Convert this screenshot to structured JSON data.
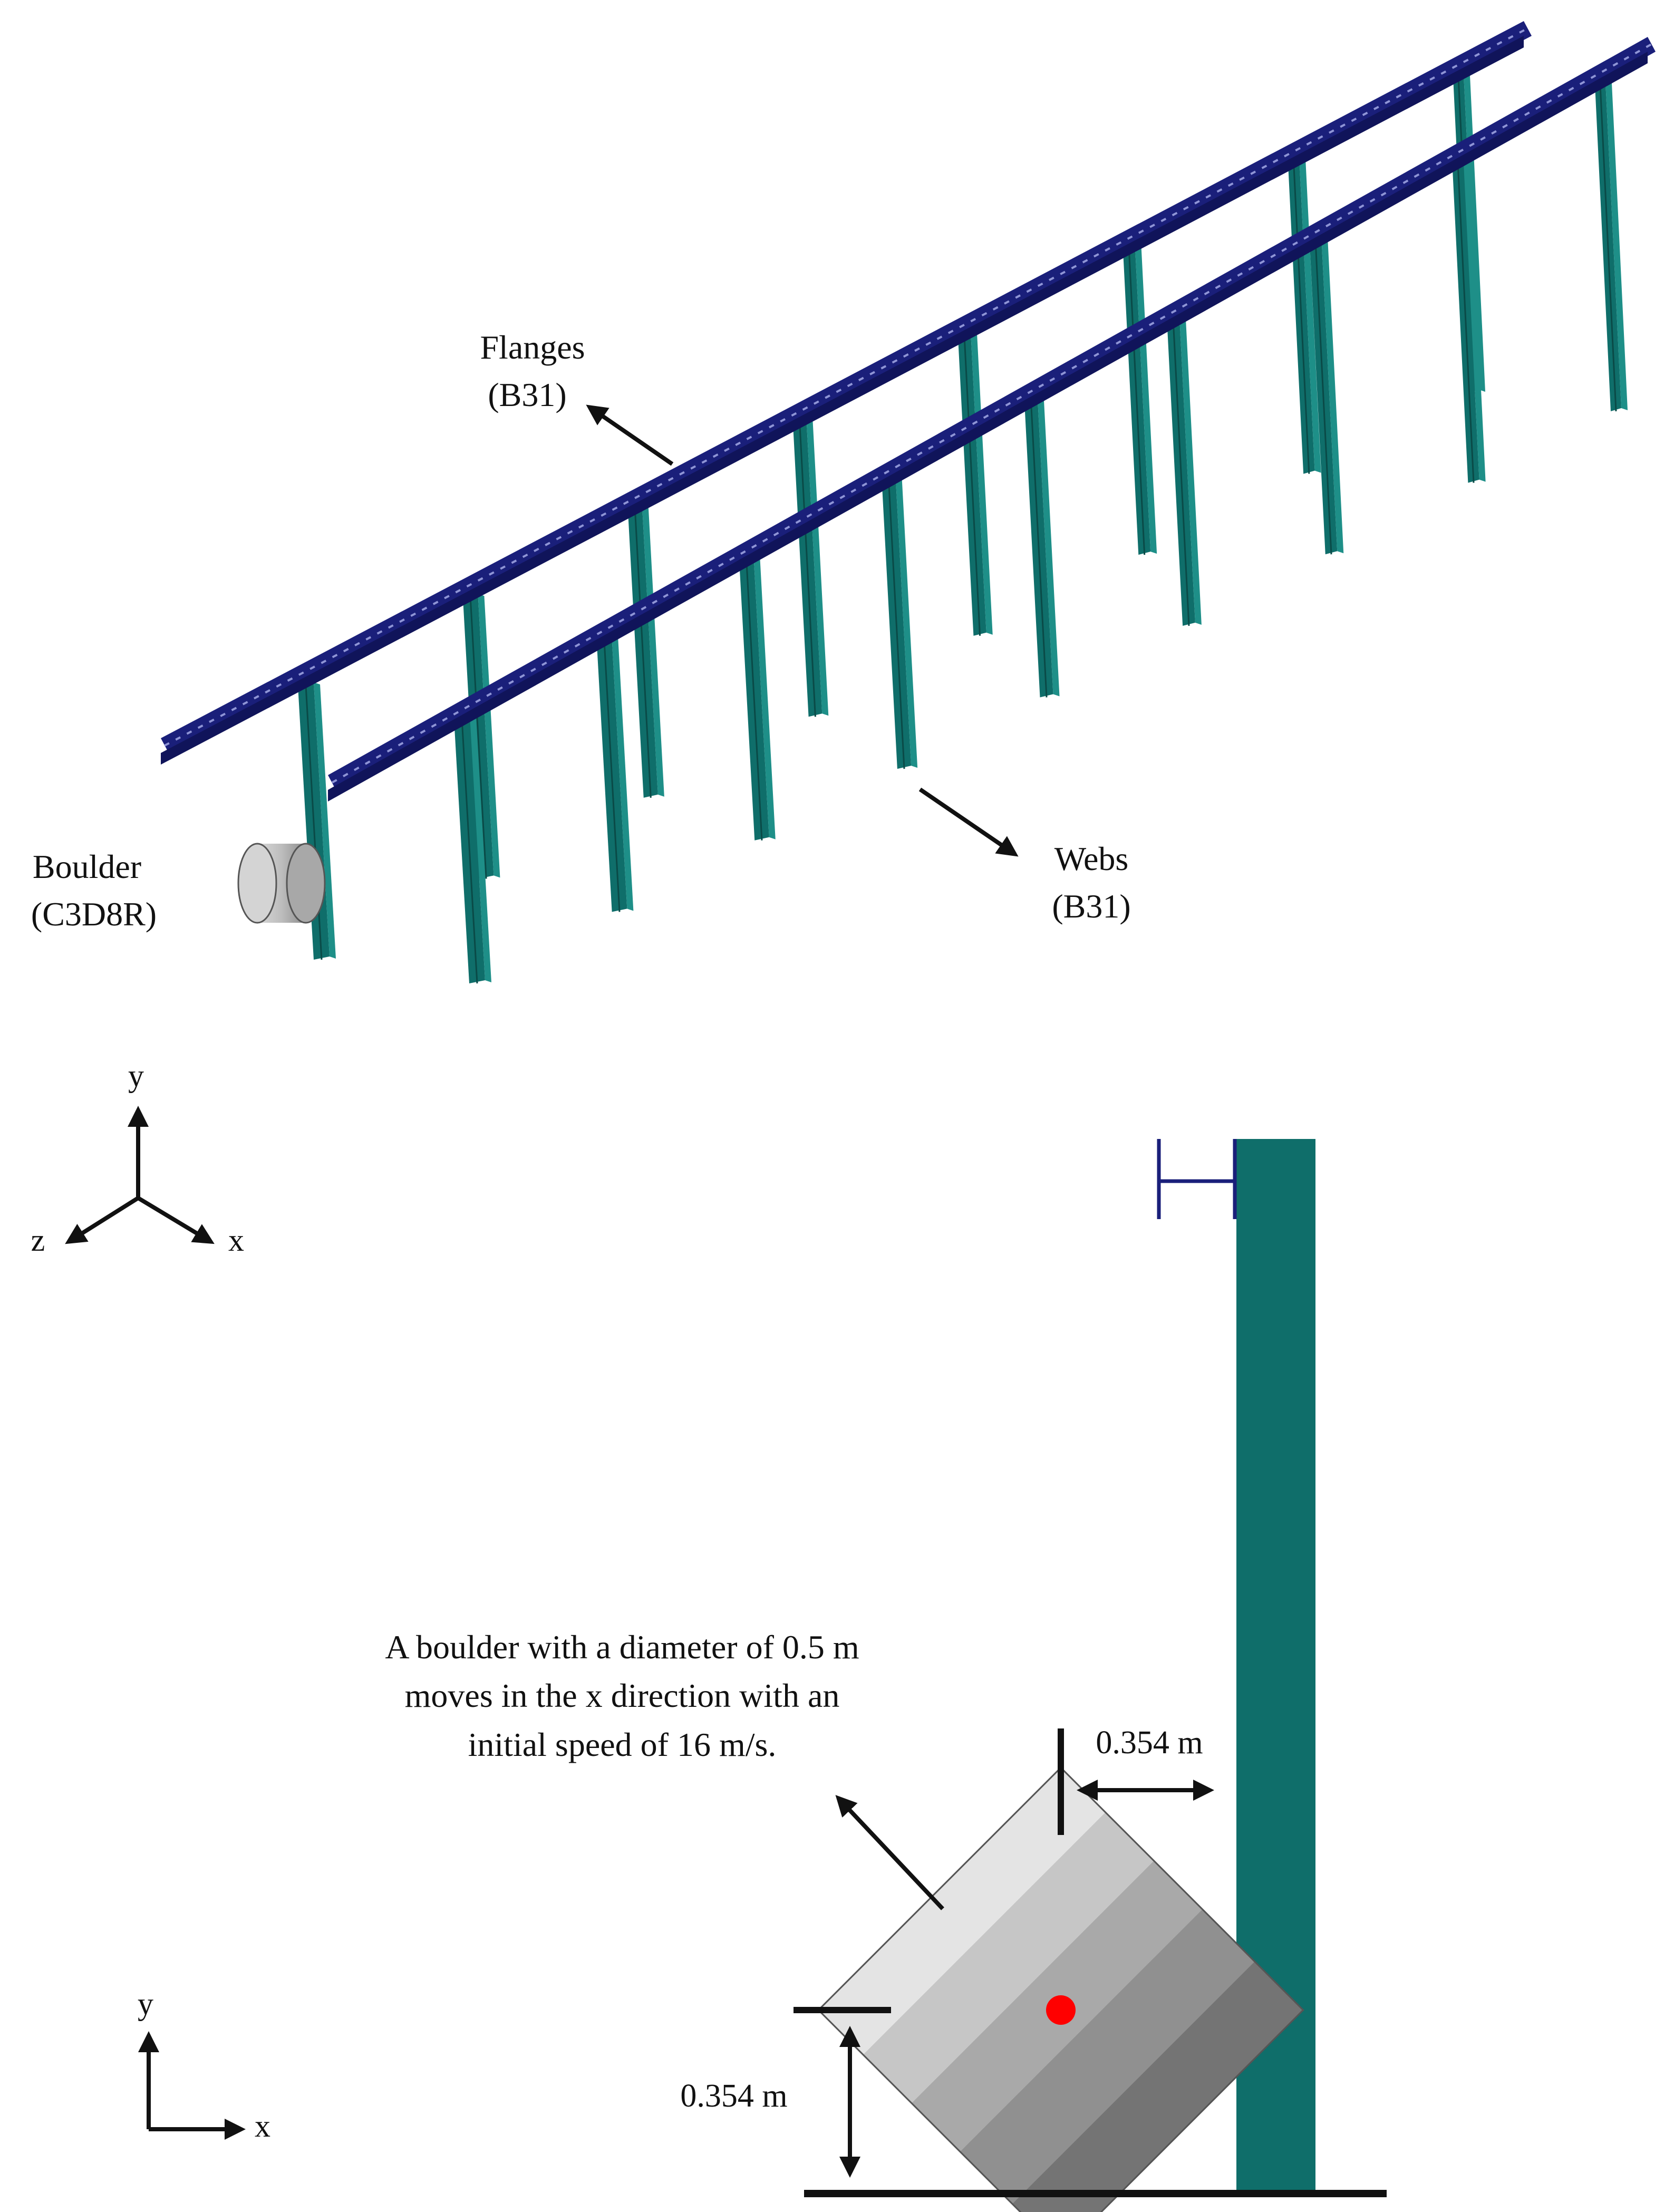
{
  "top_view": {
    "flanges_label": "Flanges",
    "flanges_element": "(B31)",
    "webs_label": "Webs",
    "webs_element": "(B31)",
    "boulder_label": "Boulder",
    "boulder_element": "(C3D8R)",
    "axes": {
      "y": "y",
      "z": "z",
      "x": "x"
    }
  },
  "side_view": {
    "description_lines": [
      "A boulder with a diameter of 0.5 m",
      "moves in the x direction with an",
      "initial speed of 16 m/s."
    ],
    "gap_label": "0.354 m",
    "height_label": "0.354 m",
    "axes": {
      "y": "y",
      "x": "x"
    }
  },
  "colors": {
    "flange_blue": "#1a1f7a",
    "web_teal": "#0f6e6a",
    "boulder_grey": "#b8b8b8",
    "center_red": "#ff0000",
    "line_black": "#111111"
  }
}
